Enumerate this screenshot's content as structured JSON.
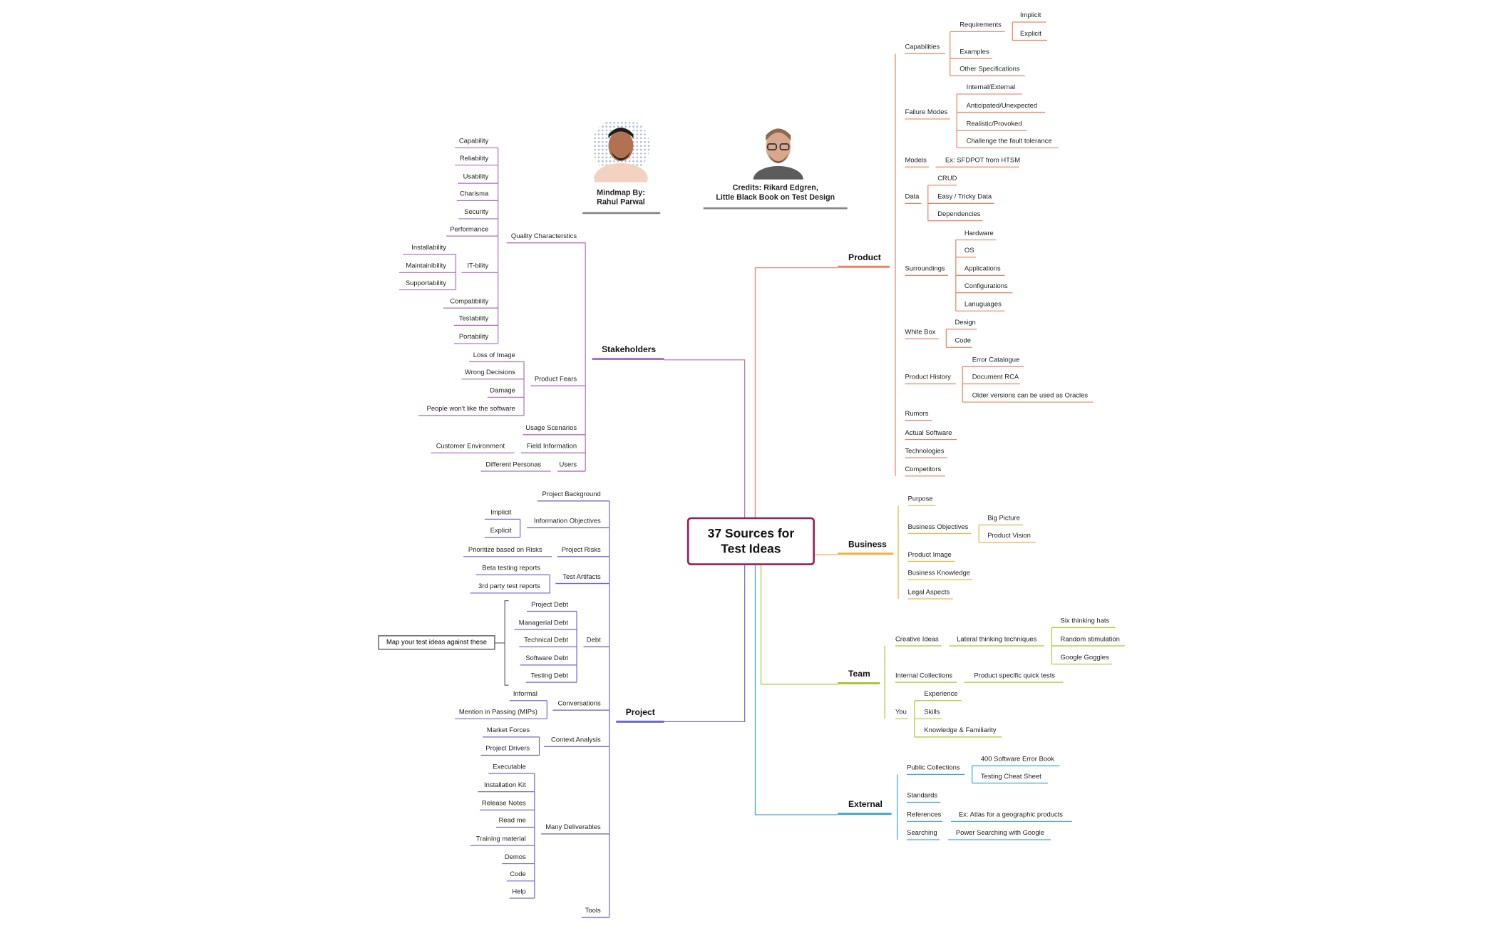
{
  "central_topic": "37 Sources for\nTest Ideas",
  "credits": {
    "author_caption": "Mindmap By:\nRahul Parwal",
    "credit_caption": "Credits: Rikard Edgren,\nLittle Black Book on Test Design",
    "author_photo_icon": "person-photo-icon",
    "credit_photo_icon": "person-photo-icon"
  },
  "note": "Map your test ideas against these",
  "colors": {
    "central_border": "#9b1f5a",
    "stakeholders": "#b06fc0",
    "project": "#6e6ad4",
    "product": "#f08060",
    "business": "#f2b040",
    "team": "#a8c830",
    "external": "#3aa8d8"
  },
  "branches": {
    "stakeholders": {
      "label": "Stakeholders",
      "items": [
        {
          "label": "Quality Characterstics",
          "children": [
            {
              "label": "Capability"
            },
            {
              "label": "Reliability"
            },
            {
              "label": "Usability"
            },
            {
              "label": "Charisma"
            },
            {
              "label": "Security"
            },
            {
              "label": "Performance"
            },
            {
              "label": "IT-bility",
              "children": [
                {
                  "label": "Installability"
                },
                {
                  "label": "Maintainibility"
                },
                {
                  "label": "Supportability"
                }
              ]
            },
            {
              "label": "Compatibility"
            },
            {
              "label": "Testability"
            },
            {
              "label": "Portability"
            }
          ]
        },
        {
          "label": "Product Fears",
          "children": [
            {
              "label": "Loss of Image"
            },
            {
              "label": "Wrong Decisions"
            },
            {
              "label": "Damage"
            },
            {
              "label": "People won't like the software"
            }
          ]
        },
        {
          "label": "Usage Scenarios"
        },
        {
          "label": "Field Information",
          "children": [
            {
              "label": "Customer Environment"
            }
          ]
        },
        {
          "label": "Users",
          "children": [
            {
              "label": "Different Personas"
            }
          ]
        }
      ]
    },
    "project": {
      "label": "Project",
      "items": [
        {
          "label": "Project Background"
        },
        {
          "label": "Information Objectives",
          "children": [
            {
              "label": "Implicit"
            },
            {
              "label": "Explicit"
            }
          ]
        },
        {
          "label": "Project Risks",
          "children": [
            {
              "label": "Prioritize based on Risks"
            }
          ]
        },
        {
          "label": "Test Artifacts",
          "children": [
            {
              "label": "Beta testing reports"
            },
            {
              "label": "3rd party test reports"
            }
          ]
        },
        {
          "label": "Debt",
          "children": [
            {
              "label": "Project Debt"
            },
            {
              "label": "Managerial Debt"
            },
            {
              "label": "Technical Debt"
            },
            {
              "label": "Software Debt"
            },
            {
              "label": "Testing Debt"
            }
          ]
        },
        {
          "label": "Conversations",
          "children": [
            {
              "label": "Informal"
            },
            {
              "label": "Mention in Passing (MIPs)"
            }
          ]
        },
        {
          "label": "Context Analysis",
          "children": [
            {
              "label": "Market Forces"
            },
            {
              "label": "Project Drivers"
            }
          ]
        },
        {
          "label": "Many Deliverables",
          "children": [
            {
              "label": "Executable"
            },
            {
              "label": "Installation Kit"
            },
            {
              "label": "Release Notes"
            },
            {
              "label": "Read me"
            },
            {
              "label": "Training material"
            },
            {
              "label": "Demos"
            },
            {
              "label": "Code"
            },
            {
              "label": "Help"
            }
          ]
        },
        {
          "label": "Tools"
        }
      ]
    },
    "product": {
      "label": "Product",
      "items": [
        {
          "label": "Capabilities",
          "children": [
            {
              "label": "Requirements",
              "children": [
                {
                  "label": "Implicit"
                },
                {
                  "label": "Explicit"
                }
              ]
            },
            {
              "label": "Examples"
            },
            {
              "label": "Other Specifications"
            }
          ]
        },
        {
          "label": "Failure Modes",
          "children": [
            {
              "label": "Internal/External"
            },
            {
              "label": "Anticipated/Unexpected"
            },
            {
              "label": "Realistic/Provoked"
            },
            {
              "label": "Challenge the fault tolerance"
            }
          ]
        },
        {
          "label": "Models",
          "children": [
            {
              "label": "Ex: SFDPOT from HTSM"
            }
          ]
        },
        {
          "label": "Data",
          "children": [
            {
              "label": "CRUD"
            },
            {
              "label": "Easy / Tricky Data"
            },
            {
              "label": "Dependencies"
            }
          ]
        },
        {
          "label": "Surroundings",
          "children": [
            {
              "label": "Hardware"
            },
            {
              "label": "OS"
            },
            {
              "label": "Applications"
            },
            {
              "label": "Configurations"
            },
            {
              "label": "Lanuguages"
            }
          ]
        },
        {
          "label": "White Box",
          "children": [
            {
              "label": "Design"
            },
            {
              "label": "Code"
            }
          ]
        },
        {
          "label": "Product History",
          "children": [
            {
              "label": "Error Catalogue"
            },
            {
              "label": "Document RCA"
            },
            {
              "label": "Older versions can be used as Oracles"
            }
          ]
        },
        {
          "label": "Rumors"
        },
        {
          "label": "Actual Software"
        },
        {
          "label": "Technologies"
        },
        {
          "label": "Competitors"
        }
      ]
    },
    "business": {
      "label": "Business",
      "items": [
        {
          "label": "Purpose"
        },
        {
          "label": "Business Objectives",
          "children": [
            {
              "label": "Big Picture"
            },
            {
              "label": "Product Vision"
            }
          ]
        },
        {
          "label": "Product Image"
        },
        {
          "label": "Business Knowledge"
        },
        {
          "label": "Legal Aspects"
        }
      ]
    },
    "team": {
      "label": "Team",
      "items": [
        {
          "label": "Creative Ideas",
          "children": [
            {
              "label": "Lateral thinking techniques",
              "children": [
                {
                  "label": "Six thinking hats"
                },
                {
                  "label": "Random stimulation"
                },
                {
                  "label": "Google Goggles"
                }
              ]
            }
          ]
        },
        {
          "label": "Internal Collections",
          "children": [
            {
              "label": "Product specific quick tests"
            }
          ]
        },
        {
          "label": "You",
          "children": [
            {
              "label": "Experience"
            },
            {
              "label": "Skills"
            },
            {
              "label": "Knowledge & Familiarity"
            }
          ]
        }
      ]
    },
    "external": {
      "label": "External",
      "items": [
        {
          "label": "Public Collections",
          "children": [
            {
              "label": "400 Software Error Book"
            },
            {
              "label": "Testing Cheat Sheet"
            }
          ]
        },
        {
          "label": "Standards"
        },
        {
          "label": "References",
          "children": [
            {
              "label": "Ex: Atlas for a geographic products"
            }
          ]
        },
        {
          "label": "Searching",
          "children": [
            {
              "label": "Power Searching with Google"
            }
          ]
        }
      ]
    }
  }
}
